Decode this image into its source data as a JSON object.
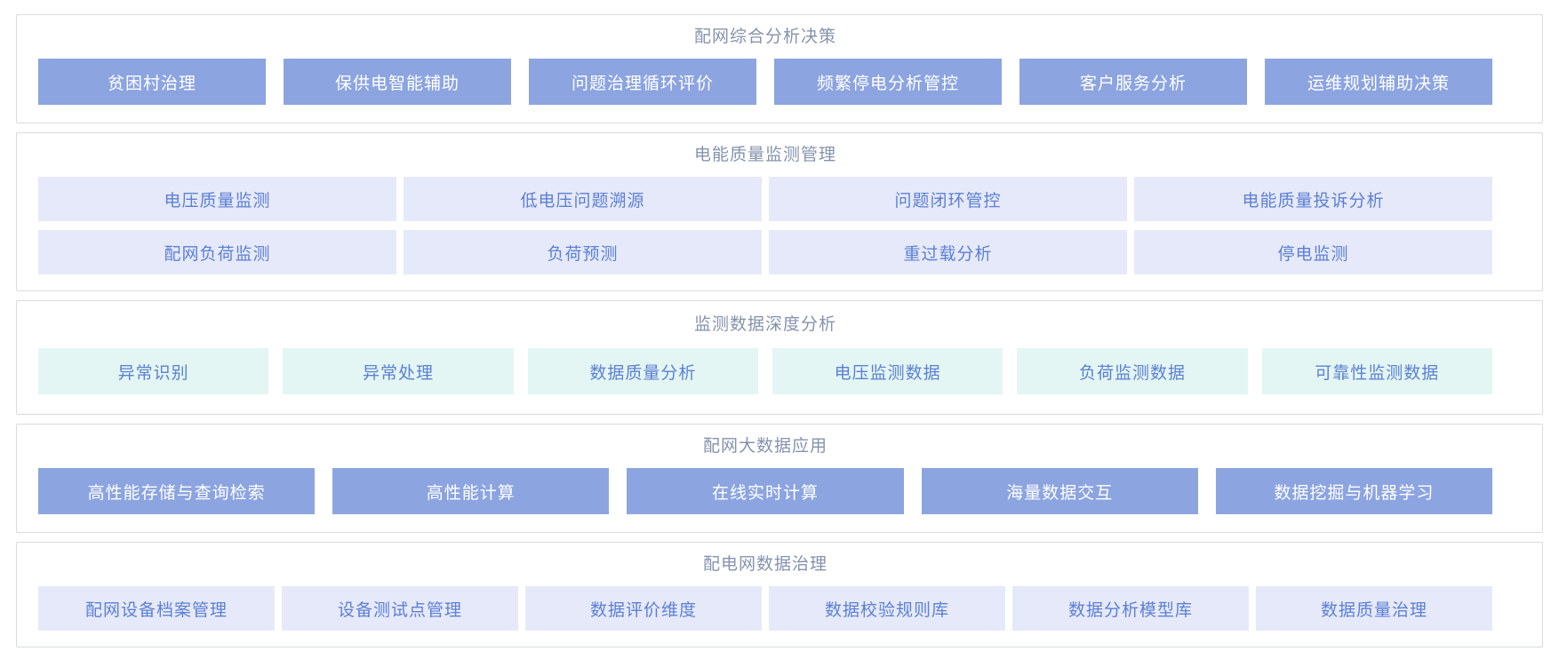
{
  "colors": {
    "panel_border": "#d9dbde",
    "title_text": "#8593ad",
    "solid_button_bg": "#8ca4e0",
    "solid_button_text": "#ffffff",
    "lavender_button_bg": "#e6e9f9",
    "mint_button_bg": "#e3f6f3",
    "light_button_text": "#5c80d4"
  },
  "sections": [
    {
      "id": "analysis-decision",
      "title": "配网综合分析决策",
      "variant": "solid",
      "rows": [
        [
          "贫困村治理",
          "保供电智能辅助",
          "问题治理循环评价",
          "频繁停电分析管控",
          "客户服务分析",
          "运维规划辅助决策"
        ]
      ]
    },
    {
      "id": "power-quality-monitoring",
      "title": "电能质量监测管理",
      "variant": "lavender",
      "rows": [
        [
          "电压质量监测",
          "低电压问题溯源",
          "问题闭环管控",
          "电能质量投诉分析"
        ],
        [
          "配网负荷监测",
          "负荷预测",
          "重过载分析",
          "停电监测"
        ]
      ]
    },
    {
      "id": "monitoring-data-analysis",
      "title": "监测数据深度分析",
      "variant": "mint",
      "rows": [
        [
          "异常识别",
          "异常处理",
          "数据质量分析",
          "电压监测数据",
          "负荷监测数据",
          "可靠性监测数据"
        ]
      ]
    },
    {
      "id": "bigdata-application",
      "title": "配网大数据应用",
      "variant": "solid",
      "rows": [
        [
          "高性能存储与查询检索",
          "高性能计算",
          "在线实时计算",
          "海量数据交互",
          "数据挖掘与机器学习"
        ]
      ]
    },
    {
      "id": "data-governance",
      "title": "配电网数据治理",
      "variant": "lavender",
      "rows": [
        [
          "配网设备档案管理",
          "设备测试点管理",
          "数据评价维度",
          "数据校验规则库",
          "数据分析模型库",
          "数据质量治理"
        ]
      ]
    }
  ]
}
